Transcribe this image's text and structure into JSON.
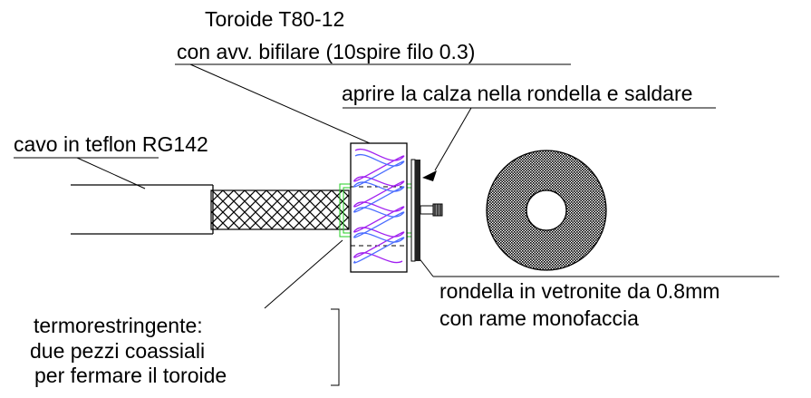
{
  "labels": {
    "toroide_line1": "Toroide T80-12",
    "toroide_line2": "con avv. bifilare (10spire filo 0.3)",
    "aprire": "aprire la calza nella rondella e saldare",
    "cavo": "cavo in teflon RG142",
    "rondella_line1": "rondella in vetronite da 0.8mm",
    "rondella_line2": "con rame monofaccia",
    "termo_line1": "termorestringente:",
    "termo_line2": "due pezzi coassiali",
    "termo_line3": "per fermare il toroide"
  },
  "colors": {
    "ink": "#000000",
    "winding_a": "#a020f0",
    "winding_b": "#4a6cff",
    "heatshrink": "#22cc22",
    "washer_fill": "#333333"
  }
}
